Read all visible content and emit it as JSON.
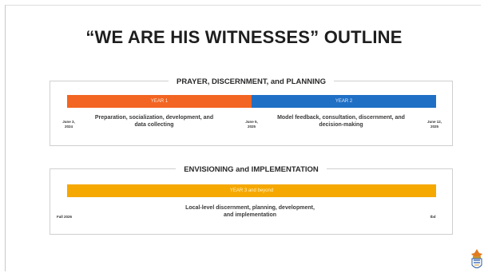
{
  "title": "“WE ARE HIS WITNESSES” OUTLINE",
  "section1": {
    "heading": "PRAYER, DISCERNMENT, and PLANNING",
    "year1_label": "YEAR 1",
    "year2_label": "YEAR 2",
    "date_start": "June 3, 2024",
    "date_mid": "June 5, 2025",
    "date_end": "June 12, 2025",
    "desc1": "Preparation, socialization, development, and data collecting",
    "desc2": "Model feedback, consultation, discernment, and decision-making",
    "colors": {
      "year1": "#f26522",
      "year2": "#1f6fc5"
    }
  },
  "section2": {
    "heading": "ENVISIONING and IMPLEMENTATION",
    "year3_label": "YEAR 3 and beyond",
    "date_start": "Fall 2026",
    "date_end": "tbd",
    "desc": "Local-level discernment, planning, development, and implementation",
    "colors": {
      "year3": "#f5a800"
    }
  },
  "logo_icon": "diocese-crest-icon"
}
